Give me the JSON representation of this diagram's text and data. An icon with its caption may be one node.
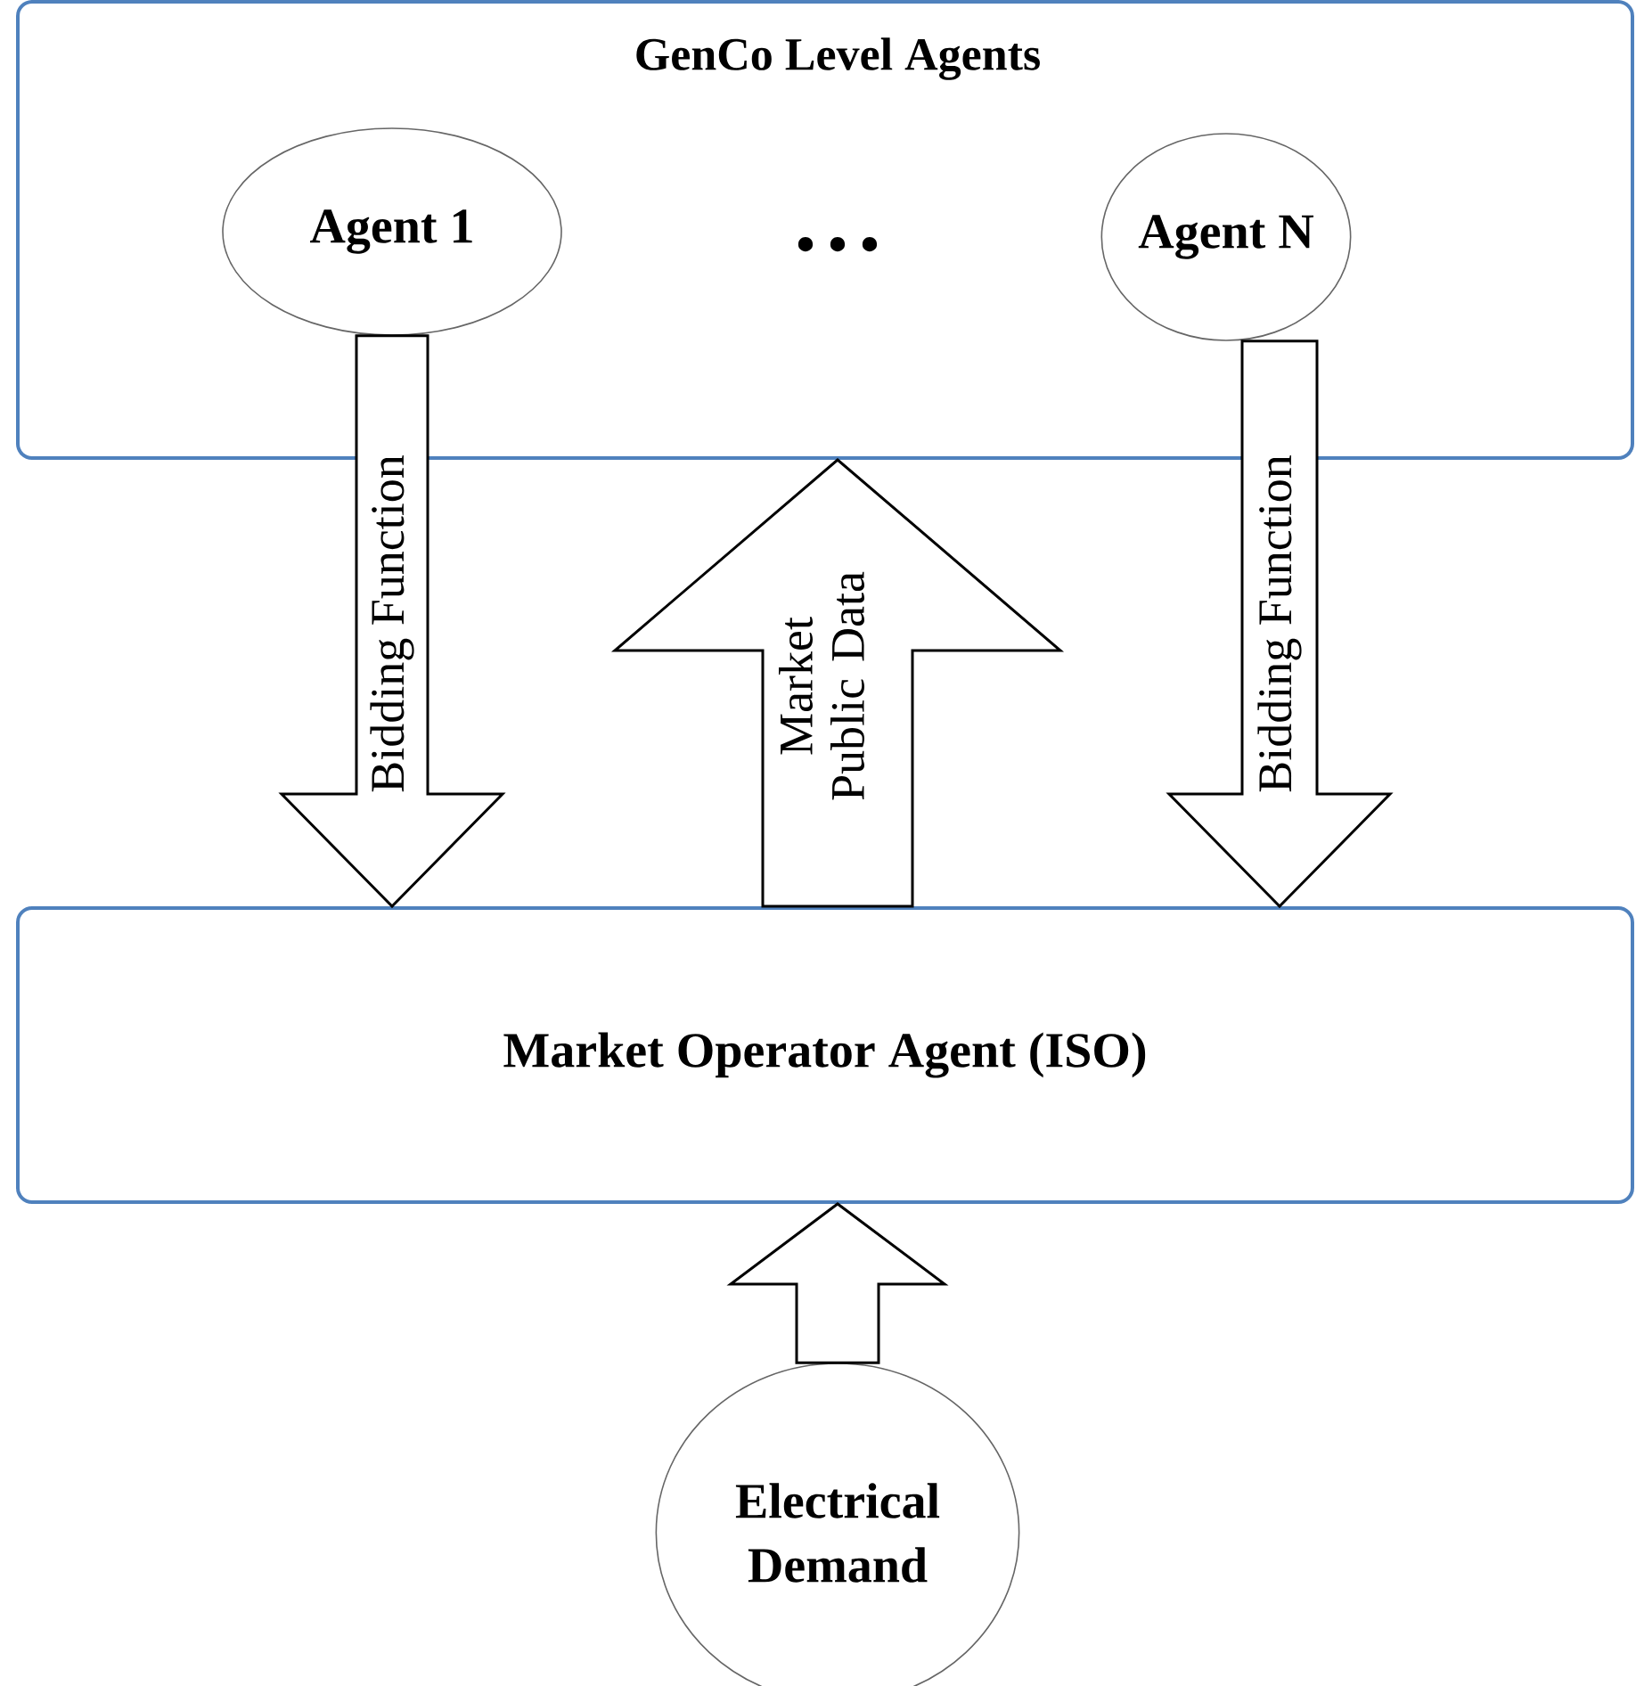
{
  "diagram": {
    "nodes": [
      {
        "text": [
          "GenCo Level Agents"
        ]
      },
      {
        "text": [
          "Agent 1"
        ],
        "in": 0
      },
      {
        "text": [
          "Agent N"
        ],
        "in": 0
      },
      {
        "text": [
          "Market Operator Agent (ISO)"
        ]
      },
      {
        "text": [
          "Electrical Demand"
        ]
      }
    ],
    "edges": [
      {
        "from": 1,
        "to": 3,
        "arrow": "to",
        "label": "Bidding Function"
      },
      {
        "from": 3,
        "to": 0,
        "arrow": "to",
        "label": "Market Public Data"
      },
      {
        "from": 2,
        "to": 3,
        "arrow": "to",
        "label": "Bidding Function"
      },
      {
        "from": 4,
        "to": 3,
        "arrow": "to"
      }
    ],
    "labels": [
      "• • •"
    ]
  }
}
